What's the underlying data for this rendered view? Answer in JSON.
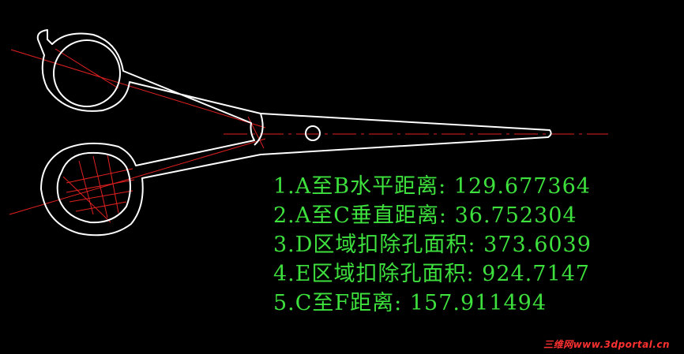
{
  "results": [
    "1.A至B水平距离: 129.677364",
    "2.A至C垂直距离: 36.752304",
    "3.D区域扣除孔面积: 373.6039",
    "4.E区域扣除孔面积: 924.7147",
    "5.C至F距离: 157.911494"
  ],
  "watermark": "三维网www.3dportal.cn",
  "colors": {
    "background": "#000000",
    "outline": "#ffffff",
    "centerline": "#e02020",
    "text": "#3de03d",
    "watermark": "#ff3030"
  },
  "icons": [
    "scissors-drawing"
  ]
}
